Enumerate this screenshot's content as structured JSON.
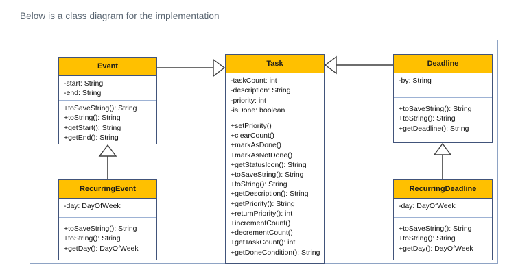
{
  "caption": "Below is a class diagram for the implementation",
  "colors": {
    "header_fill": "#ffc000",
    "class_border": "#41537a",
    "canvas_border": "#8ea3c4",
    "caption_text": "#5a6672",
    "connector": "#3f3f3f"
  },
  "classes": {
    "event": {
      "name": "Event",
      "attributes": [
        "-start: String",
        "-end: String"
      ],
      "methods": [
        "+toSaveString(): String",
        "+toString(): String",
        "+getStart(): String",
        "+getEnd(): String"
      ]
    },
    "task": {
      "name": "Task",
      "attributes": [
        "-taskCount: int",
        "-description: String",
        "-priority: int",
        "-isDone: boolean"
      ],
      "methods": [
        "+setPriority()",
        "+clearCount()",
        "+markAsDone()",
        "+markAsNotDone()",
        "+getStatusIcon(): String",
        "+toSaveString(): String",
        "+toString(): String",
        "+getDescription(): String",
        "+getPriority(): String",
        "+returnPriority(): int",
        "+incrementCount()",
        "+decrementCount()",
        "+getTaskCount(): int",
        "+getDoneCondition(): String"
      ]
    },
    "deadline": {
      "name": "Deadline",
      "attributes": [
        "-by: String"
      ],
      "methods": [
        "+toSaveString(): String",
        "+toString(): String",
        "+getDeadline(): String"
      ]
    },
    "recurringevent": {
      "name": "RecurringEvent",
      "attributes": [
        "-day: DayOfWeek"
      ],
      "methods": [
        "+toSaveString(): String",
        "+toString(): String",
        "+getDay(): DayOfWeek"
      ]
    },
    "recurringdeadline": {
      "name": "RecurringDeadline",
      "attributes": [
        "-day: DayOfWeek"
      ],
      "methods": [
        "+toSaveString(): String",
        "+toString(): String",
        "+getDay(): DayOfWeek"
      ]
    }
  },
  "relationships": [
    {
      "from": "Event",
      "to": "Task",
      "type": "generalization"
    },
    {
      "from": "Deadline",
      "to": "Task",
      "type": "generalization"
    },
    {
      "from": "RecurringEvent",
      "to": "Event",
      "type": "generalization"
    },
    {
      "from": "RecurringDeadline",
      "to": "Deadline",
      "type": "generalization"
    }
  ]
}
